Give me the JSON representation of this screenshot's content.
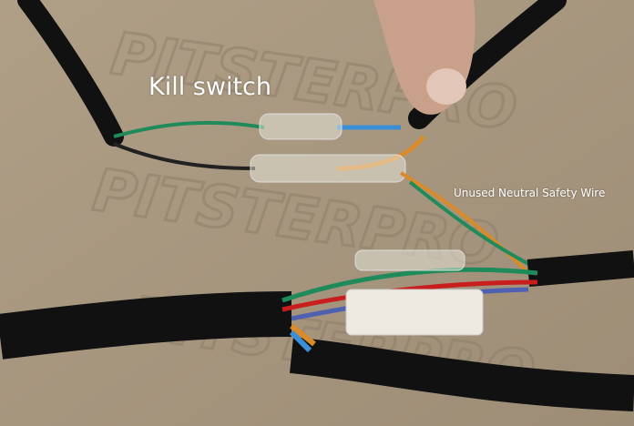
{
  "photo": {
    "labels": {
      "kill_switch": "Kill switch",
      "unused_wire": "Unused Neutral Safety Wire"
    },
    "watermark": "PITSTERPRO",
    "colors": {
      "cardboard": "#a8977f",
      "cable": "#111111",
      "green_wire": "#1f8a5a",
      "blue_wire": "#3a8fd6",
      "orange_wire": "#d98a2b",
      "red_wire": "#c81e1e"
    }
  }
}
